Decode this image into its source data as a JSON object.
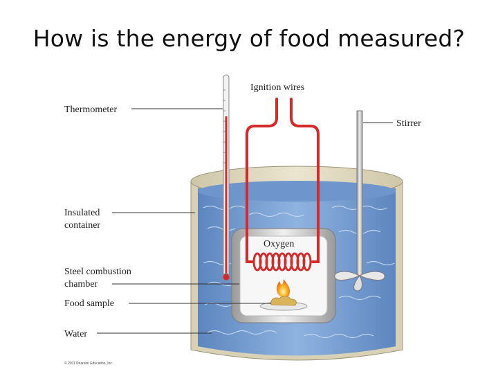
{
  "slide": {
    "title": "How is the energy of food measured?"
  },
  "diagram": {
    "labels": {
      "thermometer": "Thermometer",
      "ignition_wires": "Ignition wires",
      "stirrer": "Stirrer",
      "insulated_line1": "Insulated",
      "insulated_line2": "container",
      "oxygen": "Oxygen",
      "steel_line1": "Steel combustion",
      "steel_line2": "chamber",
      "food_sample": "Food sample",
      "water": "Water"
    },
    "copyright": "© 2011 Pearson Education, Inc."
  },
  "colors": {
    "water": "#7fa6d6",
    "rim": "#e3dcc4",
    "wire": "#d42a2a",
    "chamber": "#f4f4f4"
  }
}
